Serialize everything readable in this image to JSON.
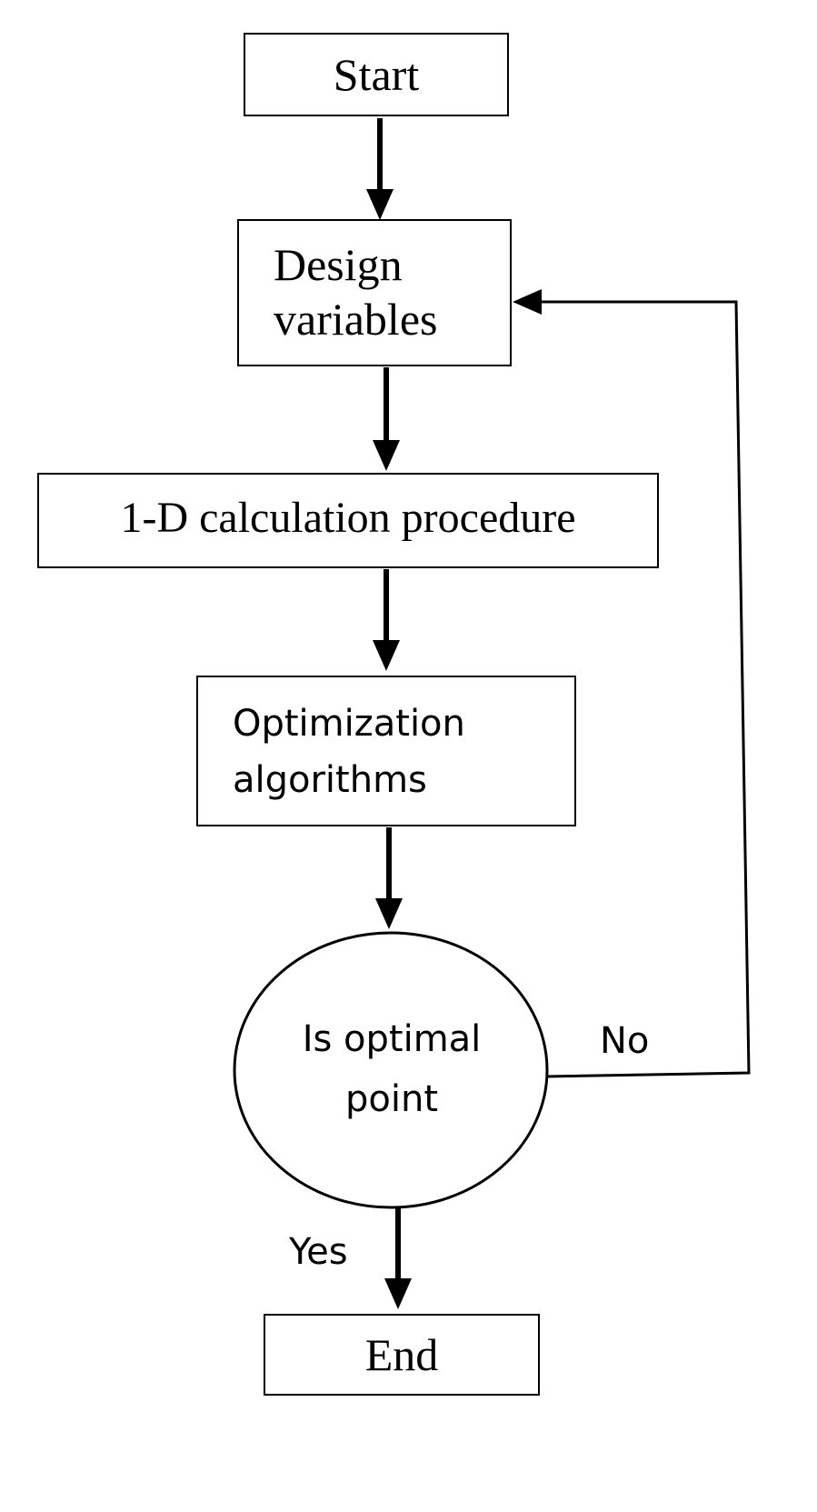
{
  "nodes": {
    "start": "Start",
    "design_variables": [
      "Design",
      "variables"
    ],
    "calculation": "1-D calculation procedure",
    "optimization": [
      "Optimization",
      "algorithms"
    ],
    "decision": [
      "Is optimal",
      "point"
    ],
    "end": "End"
  },
  "edge_labels": {
    "no": "No",
    "yes": "Yes"
  },
  "colors": {
    "stroke": "#000000",
    "background": "#ffffff"
  }
}
